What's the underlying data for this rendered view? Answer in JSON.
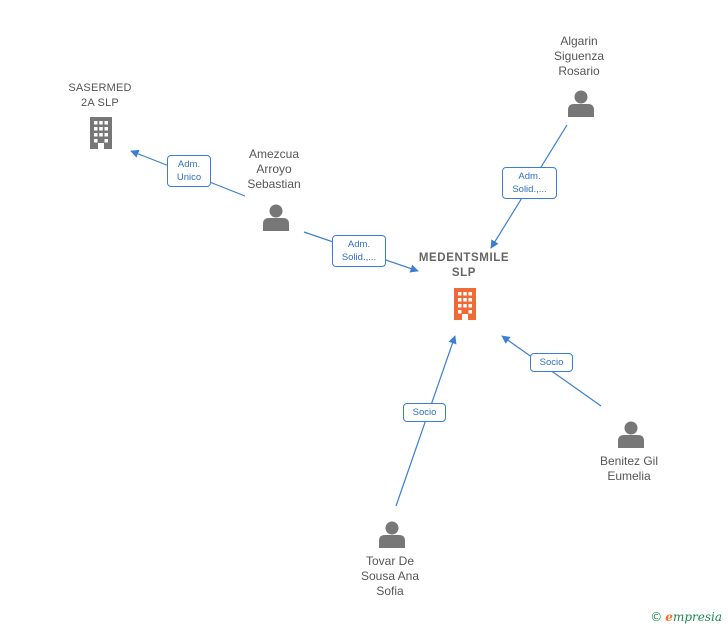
{
  "nodes": {
    "sasermed": {
      "lines": [
        "SASERMED",
        "2A SLP"
      ]
    },
    "medentsmile": {
      "lines": [
        "MEDENTSMILE",
        "SLP"
      ]
    },
    "amezcua": {
      "lines": [
        "Amezcua",
        "Arroyo",
        "Sebastian"
      ]
    },
    "algarin": {
      "lines": [
        "Algarin",
        "Siguenza",
        "Rosario"
      ]
    },
    "benitez": {
      "lines": [
        "Benitez Gil",
        "Eumelia"
      ]
    },
    "tovar": {
      "lines": [
        "Tovar De",
        "Sousa Ana",
        "Sofia"
      ]
    }
  },
  "edges": {
    "amezcua_sasermed": {
      "lines": [
        "Adm.",
        "Unico"
      ]
    },
    "amezcua_medentsmile": {
      "lines": [
        "Adm.",
        "Solid.,..."
      ]
    },
    "algarin_medentsmile": {
      "lines": [
        "Adm.",
        "Solid.,..."
      ]
    },
    "benitez_medentsmile": {
      "lines": [
        "Socio"
      ]
    },
    "tovar_medentsmile": {
      "lines": [
        "Socio"
      ]
    }
  },
  "brand": {
    "copyright": "©",
    "first_letter": "e",
    "rest": "mpresia"
  },
  "colors": {
    "person": "#777777",
    "company": "#777777",
    "main_company": "#f06a35",
    "edge": "#3b7fd4"
  }
}
